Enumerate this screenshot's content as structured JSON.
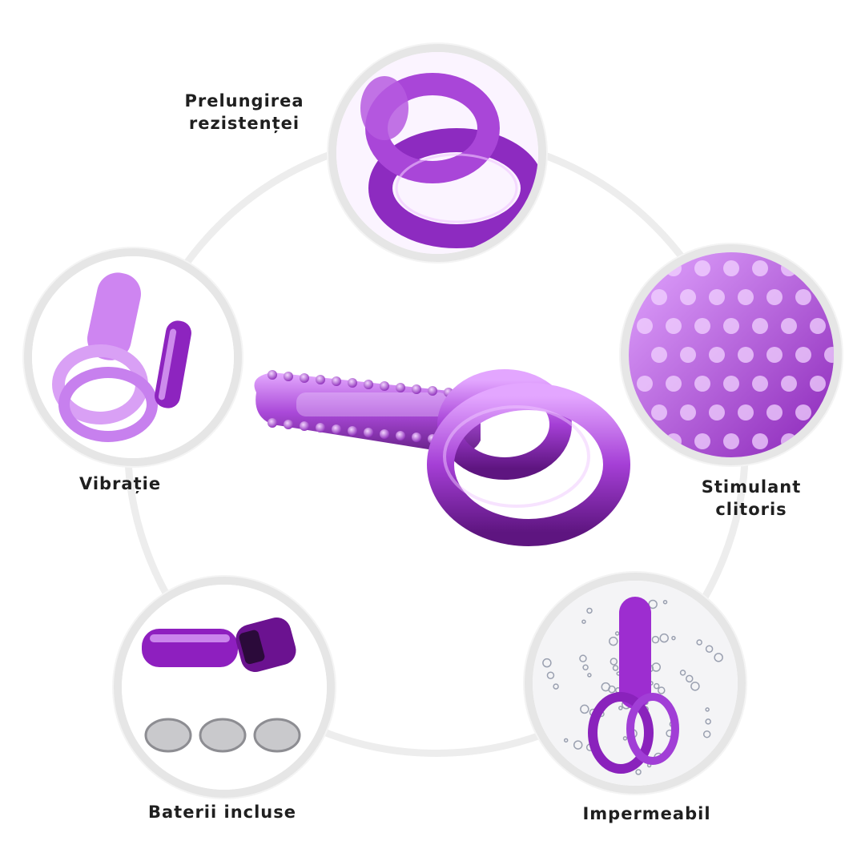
{
  "labels": {
    "endurance": [
      "Prelungirea",
      "rezistenței"
    ],
    "vibration": "Vibrație",
    "clitoral": [
      "Stimulant",
      "clitoris"
    ],
    "batteries": "Baterii incluse",
    "waterproof": "Impermeabil"
  },
  "colors": {
    "accent": "#9b2fc9",
    "accent_dark": "#5e1580",
    "accent_light": "#d9a6f2",
    "ring": "#ededed",
    "badge_border": "#e6e6e6",
    "text": "#1f1f1f"
  },
  "icons": {
    "center": "vibrating-ring-product-icon",
    "endurance": "double-ring-icon",
    "vibration": "sleeve-and-bullet-icon",
    "clitoral": "textured-nubs-icon",
    "batteries": "bullet-and-coin-batteries-icon",
    "waterproof": "water-splash-icon"
  }
}
